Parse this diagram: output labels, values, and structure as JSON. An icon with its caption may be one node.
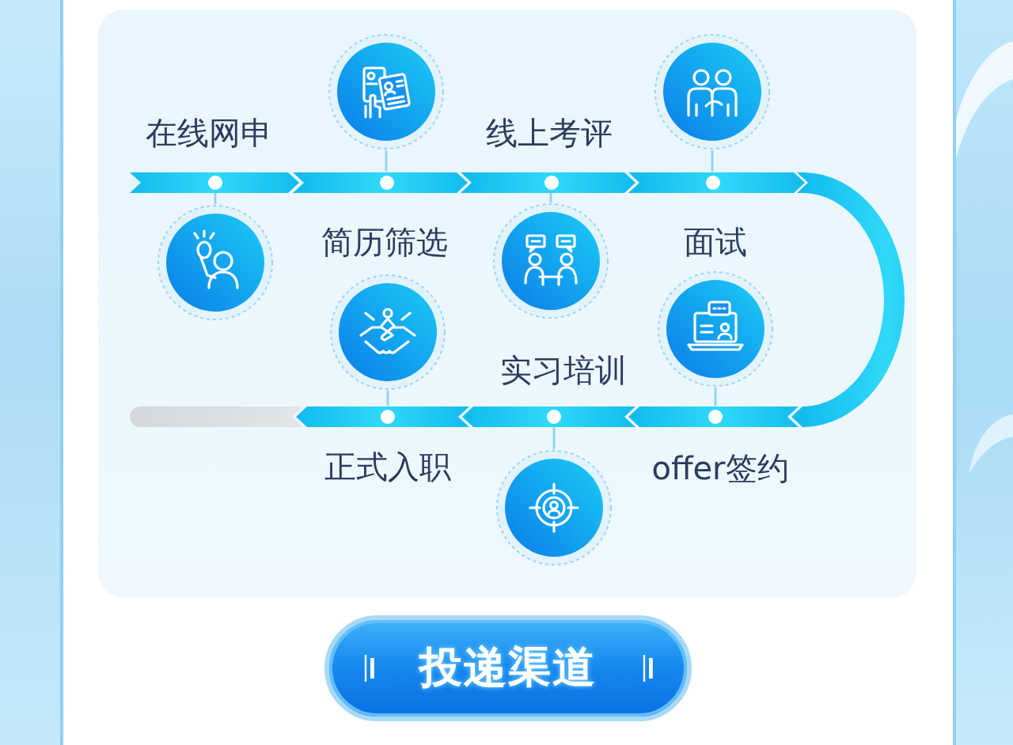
{
  "diagram": {
    "nodes": [
      {
        "text": [],
        "shape": "chevron"
      },
      {
        "text": [],
        "shape": "chevron"
      },
      {
        "text": [],
        "shape": "chevron"
      },
      {
        "text": [],
        "shape": "chevron"
      },
      {
        "text": [],
        "shape": "arc"
      },
      {
        "text": [],
        "shape": "chevron"
      },
      {
        "text": [],
        "shape": "chevron"
      },
      {
        "text": [],
        "shape": "chevron"
      },
      {
        "text": [],
        "shape": "bar"
      },
      {
        "text": [],
        "shape": "circle"
      },
      {
        "text": [],
        "shape": "circle"
      },
      {
        "text": [],
        "shape": "circle"
      },
      {
        "text": [],
        "shape": "circle"
      },
      {
        "text": [],
        "shape": "circle"
      },
      {
        "text": [],
        "shape": "circle"
      },
      {
        "text": [],
        "shape": "circle"
      },
      {
        "text": [
          "投递渠道"
        ]
      }
    ],
    "edges": [
      {
        "from": 9,
        "to": 0,
        "arrow": "none"
      },
      {
        "from": 10,
        "to": 1,
        "arrow": "none"
      },
      {
        "from": 11,
        "to": 2,
        "arrow": "none"
      },
      {
        "from": 12,
        "to": 3,
        "arrow": "none"
      },
      {
        "from": 13,
        "to": 5,
        "arrow": "none"
      },
      {
        "from": 14,
        "to": 6,
        "arrow": "none"
      },
      {
        "from": 15,
        "to": 7,
        "arrow": "none"
      }
    ],
    "labels": [
      "在线网申",
      "线上考评",
      "简历筛选",
      "面试",
      "实习培训",
      "正式入职",
      "offer签约"
    ]
  }
}
